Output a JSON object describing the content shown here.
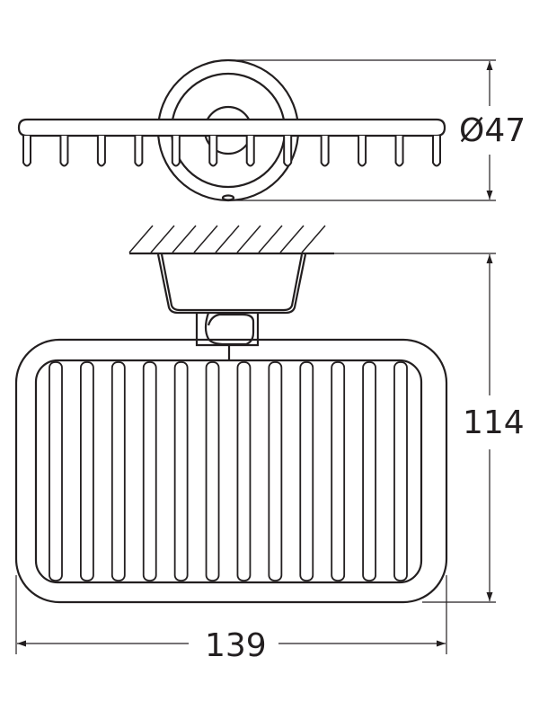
{
  "colors": {
    "line": "#231f20",
    "background": "#ffffff"
  },
  "dimensions": {
    "diameter": "Ø47",
    "height": "114",
    "width": "139"
  },
  "top_view": {
    "prong_count": 12
  },
  "front_view": {
    "bar_count": 12
  }
}
